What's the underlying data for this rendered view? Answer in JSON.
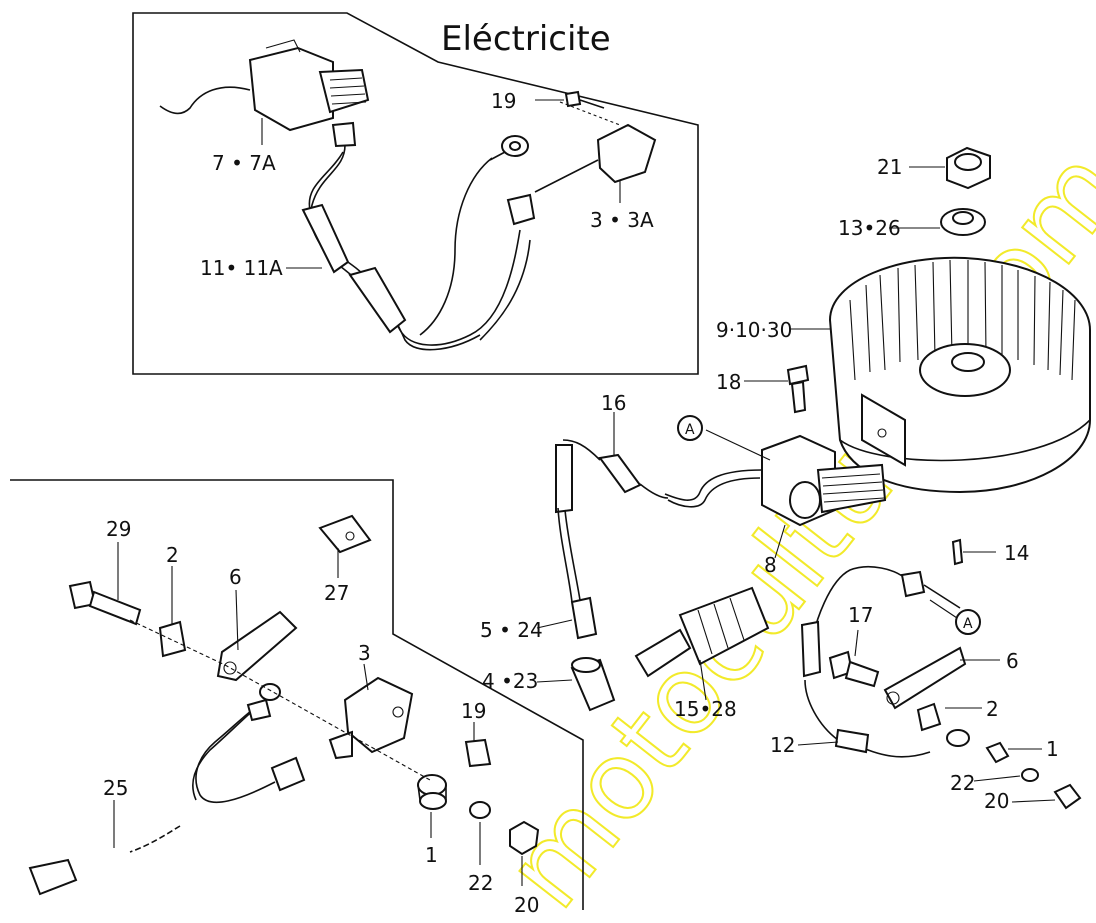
{
  "title": "Eléctricite",
  "watermark": "motoculture.com",
  "labels": {
    "l_7_7A": "7 • 7A",
    "l_19_top": "19",
    "l_3_3A": "3 • 3A",
    "l_11_11A": "11• 11A",
    "l_21": "21",
    "l_13_26": "13•26",
    "l_9_10_30": "9·10·30",
    "l_18": "18",
    "l_16": "16",
    "l_A_upper": "A",
    "l_14": "14",
    "l_8": "8",
    "l_5_24": "5 • 24",
    "l_4_23": "4 •23",
    "l_15_28": "15•28",
    "l_17": "17",
    "l_A_lower": "A",
    "l_6_right": "6",
    "l_2_right": "2",
    "l_12": "12",
    "l_1_right": "1",
    "l_22_right": "22",
    "l_20_right": "20",
    "l_29": "29",
    "l_2_left": "2",
    "l_6_left": "6",
    "l_27": "27",
    "l_3_left": "3",
    "l_19_left": "19",
    "l_25": "25",
    "l_1_left": "1",
    "l_22_left": "22",
    "l_20_left": "20"
  }
}
